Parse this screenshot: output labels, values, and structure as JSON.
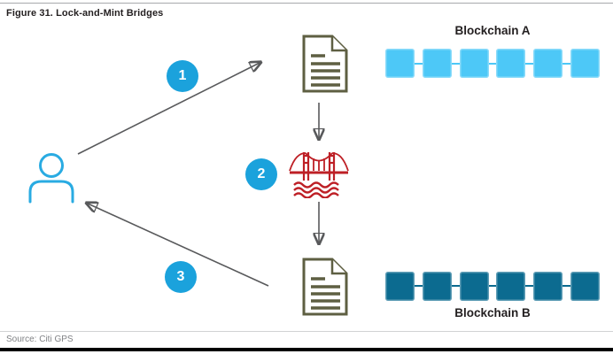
{
  "header": {
    "title": "Figure 31. Lock-and-Mint Bridges"
  },
  "footer": {
    "source": "Source: Citi GPS"
  },
  "diagram": {
    "steps": [
      {
        "label": "1",
        "description_icon": "step-badge"
      },
      {
        "label": "2",
        "description_icon": "step-badge"
      },
      {
        "label": "3",
        "description_icon": "step-badge"
      }
    ],
    "icons": {
      "user": "person-icon",
      "document_top": "document-icon",
      "document_bottom": "document-icon",
      "bridge": "bridge-icon",
      "arrows": [
        "arrow-user-to-document",
        "arrow-document-to-bridge",
        "arrow-bridge-to-document",
        "arrow-document-to-user"
      ]
    },
    "chains": [
      {
        "id": "A",
        "label": "Blockchain A",
        "blocks": 6,
        "color": "#4dc8f7",
        "label_position": "above"
      },
      {
        "id": "B",
        "label": "Blockchain B",
        "blocks": 6,
        "color": "#0c6b90",
        "label_position": "below"
      }
    ]
  },
  "colors": {
    "accent": "#1ba2dc",
    "person": "#29abe2",
    "chainA": "#4dc8f7",
    "chainB": "#0c6b90",
    "red": "#be2026",
    "olive": "#5e5f42",
    "arrow": "#58595b",
    "title": "#231f20",
    "muted": "#808285",
    "rule": "#a7a9ac",
    "divider": "#d1d3d4",
    "bar": "#000000"
  }
}
